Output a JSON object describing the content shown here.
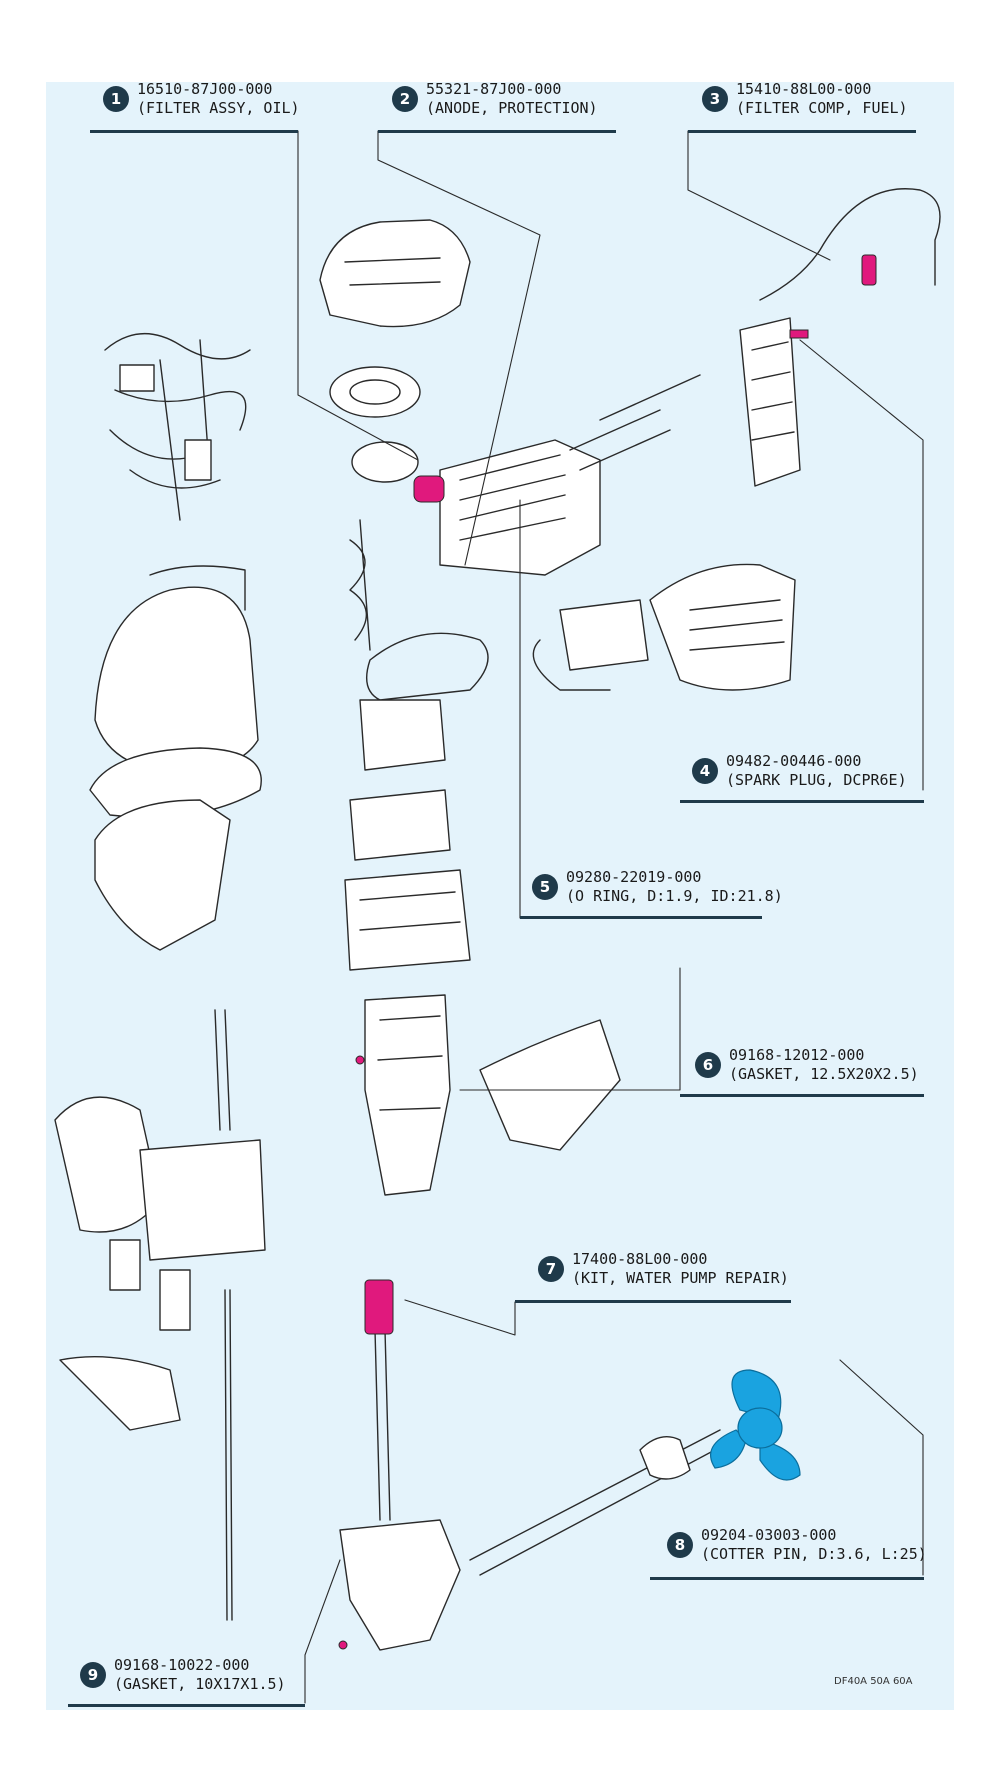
{
  "callouts": [
    {
      "number": "1",
      "part": "16510-87J00-000",
      "desc": "(FILTER ASSY, OIL)"
    },
    {
      "number": "2",
      "part": "55321-87J00-000",
      "desc": "(ANODE, PROTECTION)"
    },
    {
      "number": "3",
      "part": "15410-88L00-000",
      "desc": "(FILTER COMP, FUEL)"
    },
    {
      "number": "4",
      "part": "09482-00446-000",
      "desc": "(SPARK PLUG, DCPR6E)"
    },
    {
      "number": "5",
      "part": "09280-22019-000",
      "desc": "(O RING, D:1.9, ID:21.8)"
    },
    {
      "number": "6",
      "part": "09168-12012-000",
      "desc": "(GASKET, 12.5X20X2.5)"
    },
    {
      "number": "7",
      "part": "17400-88L00-000",
      "desc": "(KIT, WATER PUMP REPAIR)"
    },
    {
      "number": "8",
      "part": "09204-03003-000",
      "desc": "(COTTER PIN, D:3.6, L:25)"
    },
    {
      "number": "9",
      "part": "09168-10022-000",
      "desc": "(GASKET, 10X17X1.5)"
    }
  ],
  "model_code": "DF40A 50A 60A",
  "colors": {
    "background": "#e4f3fb",
    "badge": "#1f3a4a",
    "highlight": "#e0197d",
    "propeller": "#1aa3e0",
    "line": "#2a2a2a"
  }
}
